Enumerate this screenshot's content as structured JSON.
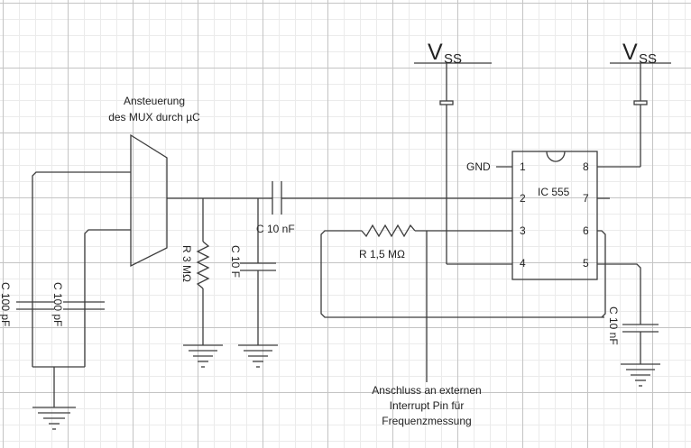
{
  "labels": {
    "mux_line1": "Ansteuerung",
    "mux_line2": "des MUX durch µC",
    "vss_main": "V",
    "vss_sub": "SS",
    "ic_name": "IC 555",
    "gnd": "GND",
    "pin1": "1",
    "pin2": "2",
    "pin3": "3",
    "pin4": "4",
    "pin5": "5",
    "pin6": "6",
    "pin7": "7",
    "pin8": "8",
    "c_10nf_top": "C 10 nF",
    "r_3m": "R 3 MΩ",
    "c_10f": "C 10 F",
    "c_100pf_inner": "C 100 pF",
    "c_100pf_outer": "C 100 pF",
    "r_1_5m": "R 1,5 MΩ",
    "c_10nf_right": "C 10 nF",
    "interrupt_line1": "Anschluss an externen",
    "interrupt_line2": "Interrupt Pin für",
    "interrupt_line3": "Frequenzmessung"
  }
}
